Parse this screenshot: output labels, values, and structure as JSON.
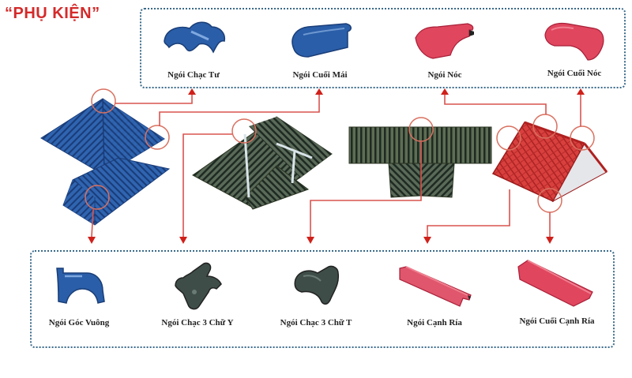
{
  "title": "“PHỤ KIỆN”",
  "colors": {
    "title_red": "#d42a2a",
    "connector_red": "#d9534f",
    "arrow_red": "#d0201a",
    "dotted_border": "#3a6a8a",
    "blue_tile": "#2a5ea8",
    "dark_green_tile": "#3e4d48",
    "red_tile": "#d9455a"
  },
  "top_accessories": [
    {
      "label": "Ngói Chạc Tư",
      "color": "blue"
    },
    {
      "label": "Ngói Cuối Mái",
      "color": "blue"
    },
    {
      "label": "Ngói Nóc",
      "color": "red"
    },
    {
      "label": "Ngói Cuối Nóc",
      "color": "red"
    }
  ],
  "bottom_accessories": [
    {
      "label": "Ngói Góc Vuông",
      "color": "blue"
    },
    {
      "label": "Ngói Chạc 3 Chữ Y",
      "color": "dark-green"
    },
    {
      "label": "Ngói Chạc 3 Chữ T",
      "color": "dark-green"
    },
    {
      "label": "Ngói Cạnh Ría",
      "color": "red"
    },
    {
      "label": "Ngói Cuối Cạnh Ría",
      "color": "red"
    }
  ],
  "roof_illustrations": [
    {
      "name": "blue-hip-roof-and-valley",
      "color": "blue"
    },
    {
      "name": "dark-green-hip-roof-with-y-junction",
      "color": "dark-green"
    },
    {
      "name": "dark-green-t-junction-roof",
      "color": "dark-green"
    },
    {
      "name": "red-gable-roof",
      "color": "red"
    }
  ]
}
